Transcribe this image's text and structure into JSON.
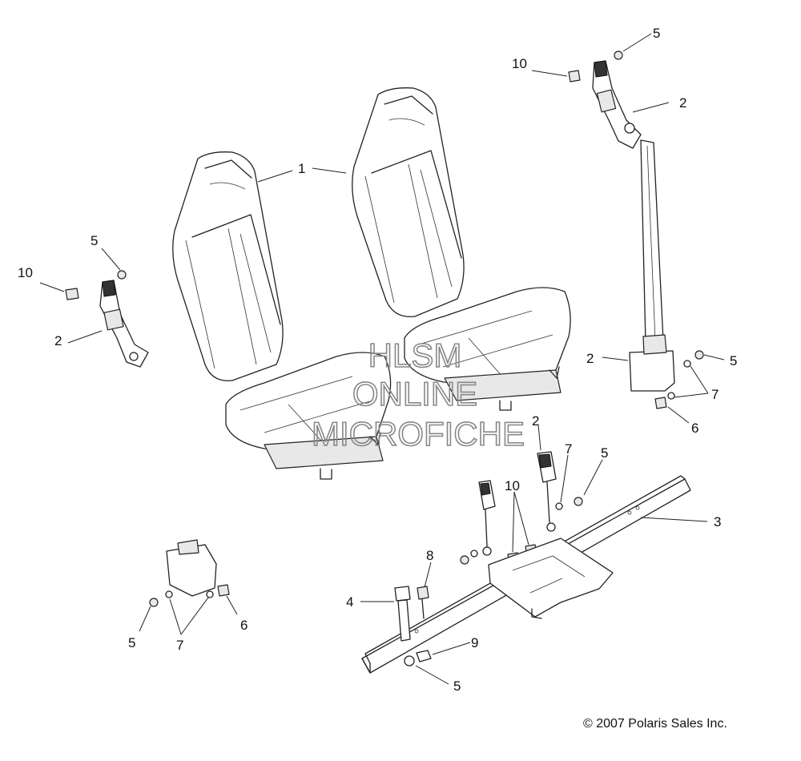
{
  "callouts": [
    {
      "id": "c1",
      "label": "1"
    },
    {
      "id": "c2a",
      "label": "2"
    },
    {
      "id": "c2b",
      "label": "2"
    },
    {
      "id": "c2c",
      "label": "2"
    },
    {
      "id": "c2d",
      "label": "2"
    },
    {
      "id": "c3",
      "label": "3"
    },
    {
      "id": "c4",
      "label": "4"
    },
    {
      "id": "c5a",
      "label": "5"
    },
    {
      "id": "c5b",
      "label": "5"
    },
    {
      "id": "c5c",
      "label": "5"
    },
    {
      "id": "c5d",
      "label": "5"
    },
    {
      "id": "c5e",
      "label": "5"
    },
    {
      "id": "c5f",
      "label": "5"
    },
    {
      "id": "c6a",
      "label": "6"
    },
    {
      "id": "c6b",
      "label": "6"
    },
    {
      "id": "c7a",
      "label": "7"
    },
    {
      "id": "c7b",
      "label": "7"
    },
    {
      "id": "c7c",
      "label": "7"
    },
    {
      "id": "c8",
      "label": "8"
    },
    {
      "id": "c9",
      "label": "9"
    },
    {
      "id": "c10a",
      "label": "10"
    },
    {
      "id": "c10b",
      "label": "10"
    },
    {
      "id": "c10c",
      "label": "10"
    }
  ],
  "watermark": {
    "line1": "HLSM",
    "line2": "ONLINE",
    "line3": "MICROFICHE"
  },
  "copyright": "© 2007 Polaris Sales Inc."
}
